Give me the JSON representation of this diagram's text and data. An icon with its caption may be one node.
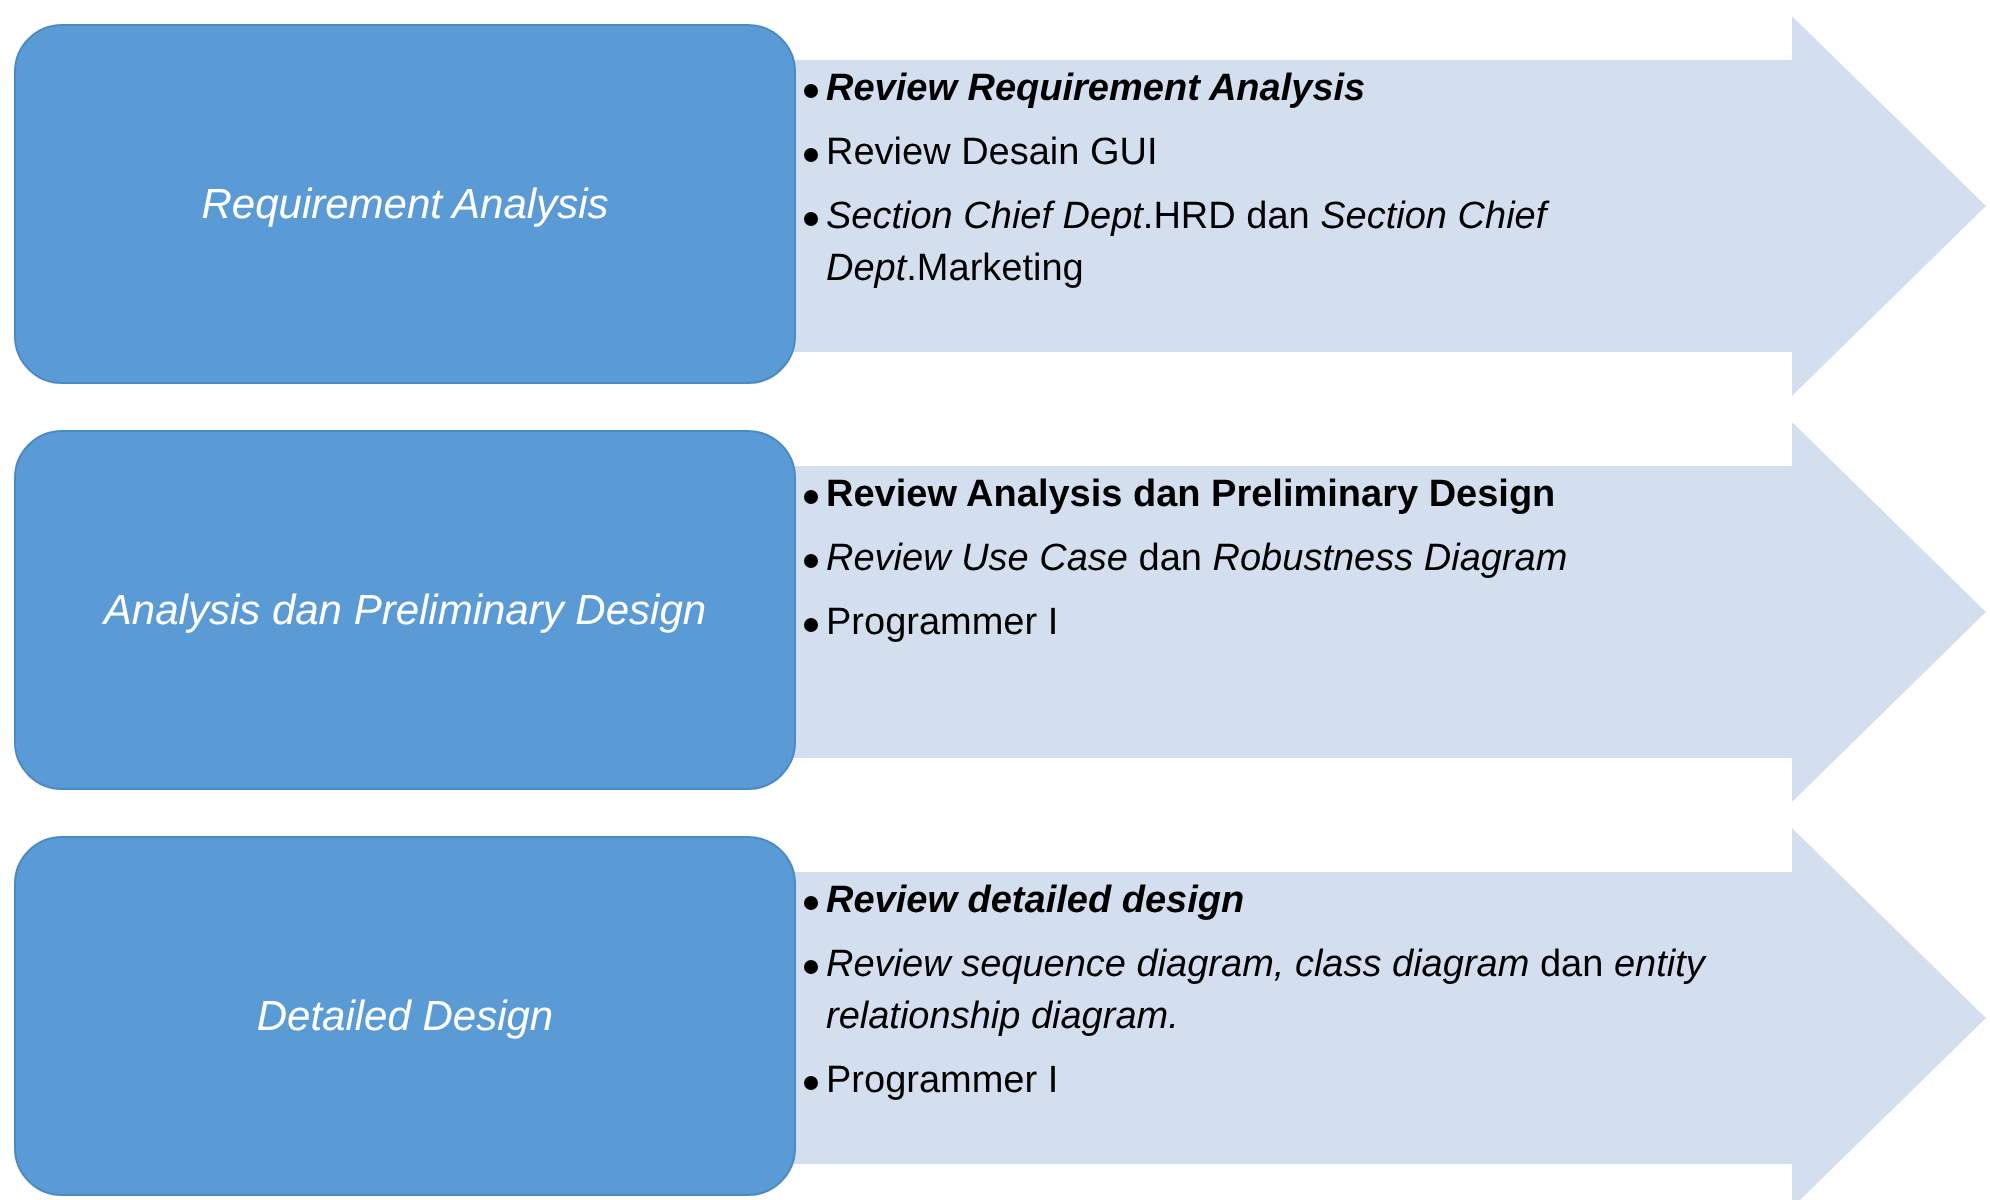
{
  "diagram": {
    "nodes": [
      {
        "text": [
          "Requirement Analysis"
        ]
      },
      {
        "text": [
          "*Review Requirement Analysis*",
          "Review Desain GUI",
          "*Section Chief Dept*.HRD dan *Section Chief Dept*.Marketing"
        ]
      },
      {
        "text": [
          "Analysis dan Preliminary Design"
        ]
      },
      {
        "text": [
          "Review Analysis dan Preliminary Design",
          "*Review Use Case* dan *Robustness Diagram*",
          "Programmer I"
        ]
      },
      {
        "text": [
          "Detailed Design"
        ]
      },
      {
        "text": [
          "*Review detailed design*",
          "*Review sequence diagram, class diagram* dan *entity relationship diagram.*",
          "Programmer I"
        ]
      }
    ]
  }
}
